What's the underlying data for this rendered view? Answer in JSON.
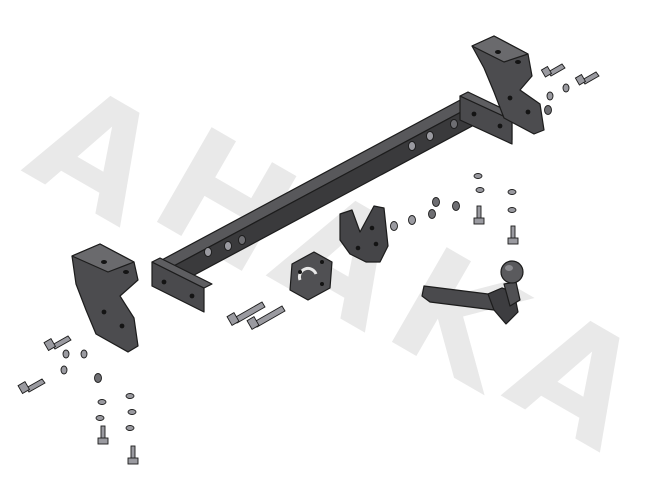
{
  "watermark": {
    "letters": [
      "A",
      "H",
      "A",
      "K",
      "A"
    ],
    "color": "#e9e9e9"
  },
  "colors": {
    "part_dark": "#3a3a3c",
    "part_mid": "#58585b",
    "part_light": "#808084",
    "outline": "#1c1c1c",
    "hardware": "#9a9aa0"
  }
}
